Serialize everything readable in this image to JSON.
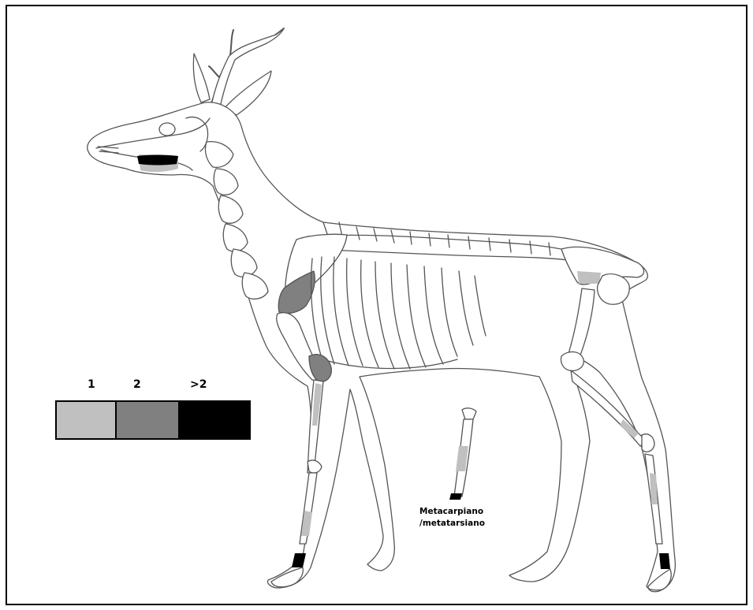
{
  "legend": {
    "items": [
      {
        "label": "1",
        "color": "#c0c0c0"
      },
      {
        "label": "2",
        "color": "#808080"
      },
      {
        "label": ">2",
        "color": "#000000"
      }
    ]
  },
  "detail_caption": {
    "line1": "Metacarpiano",
    "line2": "/metatarsiano"
  },
  "colors": {
    "outline": "#555555",
    "bone_light": "#c0c0c0",
    "bone_mid": "#808080",
    "bone_dark": "#000000",
    "background": "#ffffff"
  },
  "icons": [
    "deer-skeleton-figure",
    "metapodial-bone-detail"
  ]
}
